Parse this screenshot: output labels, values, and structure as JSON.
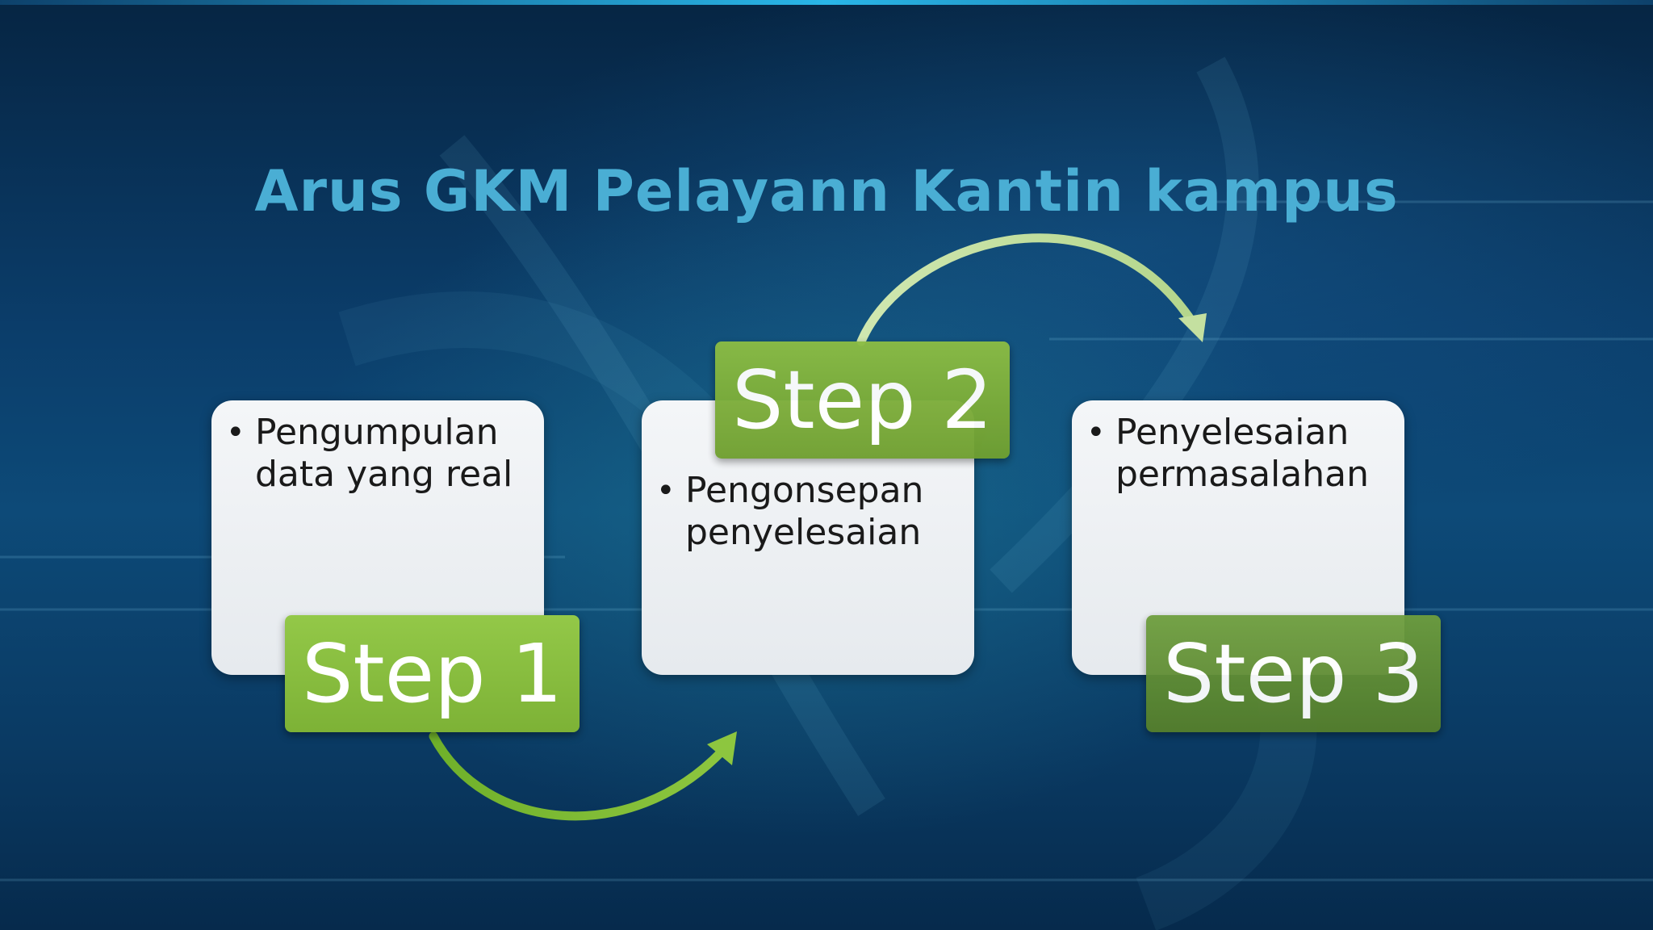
{
  "slide": {
    "title": "Arus GKM Pelayann Kantin kampus"
  },
  "steps": [
    {
      "label": "Step 1",
      "text": "Pengumpulan data yang real"
    },
    {
      "label": "Step 2",
      "text": "Pengonsepan penyelesaian"
    },
    {
      "label": "Step 3",
      "text": "Penyelesaian permasalahan"
    }
  ],
  "colors": {
    "title": "#4aaed4",
    "step_green": "#7db236",
    "card_fill": "#eef1f4"
  }
}
